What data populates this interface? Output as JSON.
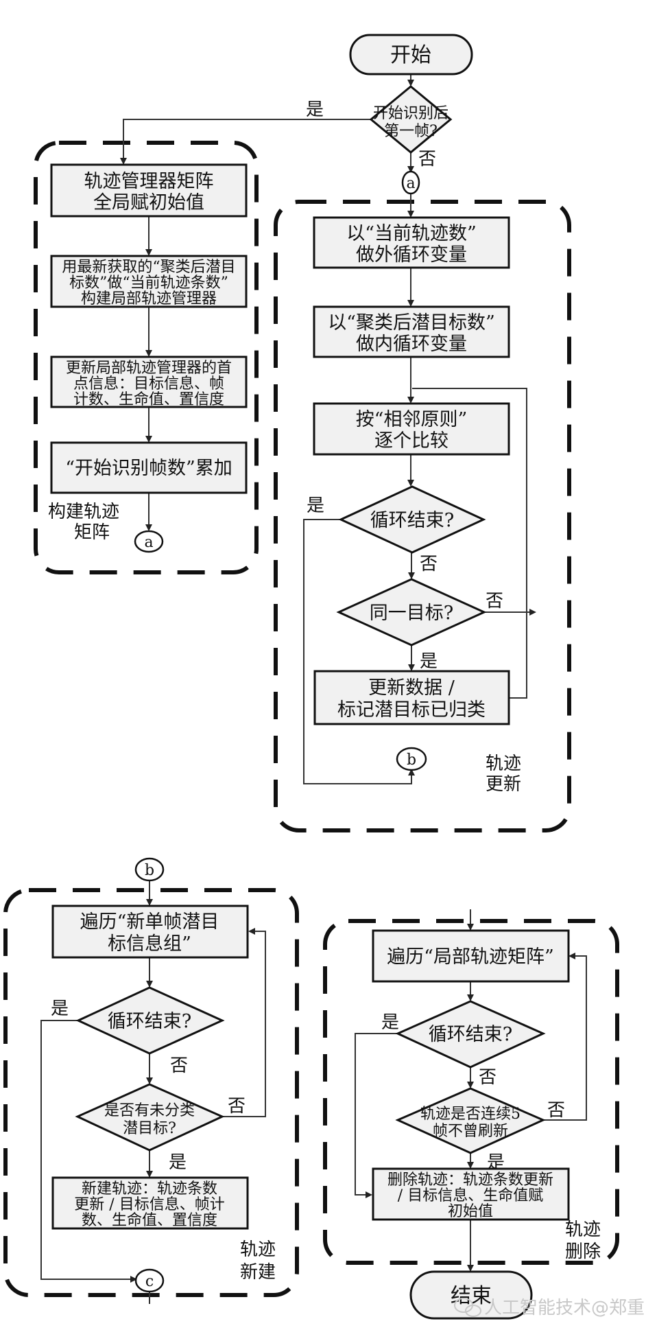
{
  "diagram": {
    "type": "flowchart",
    "nodes": {
      "start": {
        "kind": "terminal",
        "text": "开始"
      },
      "first_frame": {
        "kind": "decision",
        "lines": [
          "开始识别后",
          "第一帧?"
        ]
      },
      "conn_a_top": {
        "kind": "connector",
        "text": "a"
      },
      "init_matrix": {
        "kind": "process",
        "lines": [
          "轨迹管理器矩阵",
          "全局赋初始值"
        ]
      },
      "build_local": {
        "kind": "process",
        "lines": [
          "用最新获取的“聚类后潜目",
          "标数”做“当前轨迹条数”",
          "构建局部轨迹管理器"
        ]
      },
      "update_first_point": {
        "kind": "process",
        "lines": [
          "更新局部轨迹管理器的首",
          "点信息：目标信息、帧",
          "计数、生命值、置信度"
        ]
      },
      "accumulate_frames": {
        "kind": "process",
        "lines": [
          "“开始识别帧数”累加"
        ]
      },
      "conn_a_left": {
        "kind": "connector",
        "text": "a"
      },
      "outer_loop": {
        "kind": "process",
        "lines": [
          "以“当前轨迹数”",
          "做外循环变量"
        ]
      },
      "inner_loop": {
        "kind": "process",
        "lines": [
          "以“聚类后潜目标数”",
          "做内循环变量"
        ]
      },
      "compare": {
        "kind": "process",
        "lines": [
          "按“相邻原则”",
          "逐个比较"
        ]
      },
      "loop_end_1": {
        "kind": "decision",
        "lines": [
          "循环结束?"
        ]
      },
      "same_target": {
        "kind": "decision",
        "lines": [
          "同一目标?"
        ]
      },
      "update_data": {
        "kind": "process",
        "lines": [
          "更新数据 /",
          "标记潜目标已归类"
        ]
      },
      "conn_b_mid": {
        "kind": "connector",
        "text": "b"
      },
      "conn_b_top": {
        "kind": "connector",
        "text": "b"
      },
      "traverse_new": {
        "kind": "process",
        "lines": [
          "遍历“新单帧潜目",
          "标信息组”"
        ]
      },
      "loop_end_2": {
        "kind": "decision",
        "lines": [
          "循环结束?"
        ]
      },
      "unclassified": {
        "kind": "decision",
        "lines": [
          "是否有未分类",
          "潜目标?"
        ]
      },
      "new_track": {
        "kind": "process",
        "lines": [
          "新建轨迹：轨迹条数",
          "更新 / 目标信息、帧计",
          "数、生命值、置信度"
        ]
      },
      "conn_c": {
        "kind": "connector",
        "text": "c"
      },
      "traverse_local": {
        "kind": "process",
        "lines": [
          "遍历“局部轨迹矩阵”"
        ]
      },
      "loop_end_3": {
        "kind": "decision",
        "lines": [
          "循环结束?"
        ]
      },
      "stale_5": {
        "kind": "decision",
        "lines": [
          "轨迹是否连续5",
          "帧不曾刷新"
        ]
      },
      "delete_track": {
        "kind": "process",
        "lines": [
          "删除轨迹：轨迹条数更新",
          "/ 目标信息、生命值赋",
          "初始值"
        ]
      },
      "end": {
        "kind": "terminal",
        "text": "结束"
      }
    },
    "edge_labels": {
      "yes": "是",
      "no": "否"
    },
    "groups": {
      "build": {
        "lines": [
          "构建轨迹",
          "矩阵"
        ]
      },
      "update": {
        "lines": [
          "轨迹",
          "更新"
        ]
      },
      "create": {
        "lines": [
          "轨迹",
          "新建"
        ]
      },
      "delete": {
        "lines": [
          "轨迹",
          "删除"
        ]
      }
    },
    "watermark": "人工智能技术@郑重"
  }
}
